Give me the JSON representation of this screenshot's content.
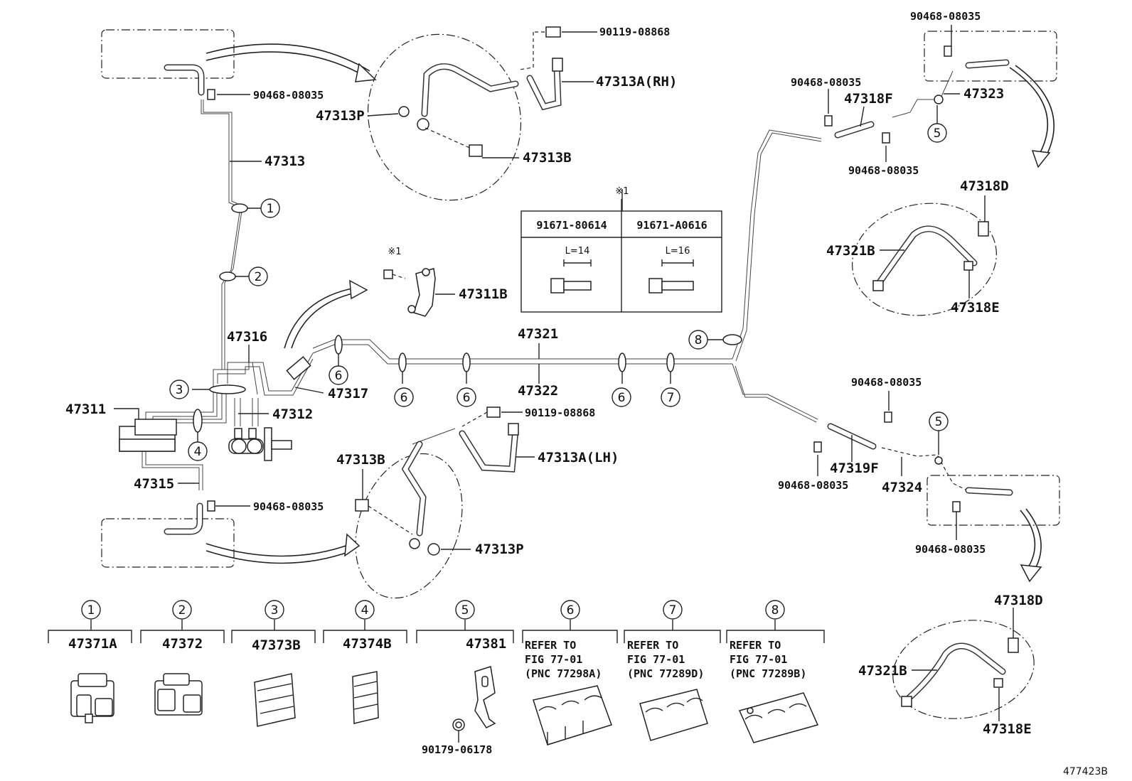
{
  "diagram_id": "477423B",
  "labels": {
    "p90119_08868_top": "90119-08868",
    "p47313A_RH": "47313A(RH)",
    "p90468_08035_a": "90468-08035",
    "p47313P_top": "47313P",
    "p47313": "47313",
    "p47313B_top": "47313B",
    "p47311B": "47311B",
    "p47316": "47316",
    "p47317": "47317",
    "p47311": "47311",
    "p47312": "47312",
    "p47315": "47315",
    "p90468_08035_b": "90468-08035",
    "p90119_08868_mid": "90119-08868",
    "p47313A_LH": "47313A(LH)",
    "p47313B_low": "47313B",
    "p47313P_low": "47313P",
    "p47321": "47321",
    "p47322": "47322",
    "p90468_08035_c": "90468-08035",
    "p90468_08035_d": "90468-08035",
    "p47318F": "47318F",
    "p47323": "47323",
    "p90468_08035_e": "90468-08035",
    "p47318D_top": "47318D",
    "p47321B_top": "47321B",
    "p47318E_top": "47318E",
    "p90468_08035_f": "90468-08035",
    "p90468_08035_g": "90468-08035",
    "p47319F": "47319F",
    "p47324": "47324",
    "p90468_08035_h": "90468-08035",
    "p47318D_low": "47318D",
    "p47321B_low": "47321B",
    "p47318E_low": "47318E",
    "p90179_06178": "90179-06178"
  },
  "callouts": {
    "c1": "1",
    "c2": "2",
    "c3": "3",
    "c4": "4",
    "c5": "5",
    "c6": "6",
    "c7": "7",
    "c8": "8"
  },
  "note_mark": "※1",
  "bolt_table": {
    "mark": "※1",
    "col1_part": "91671-80614",
    "col2_part": "91671-A0616",
    "col1_len": "L=14",
    "col2_len": "L=16"
  },
  "legend": [
    {
      "num": "1",
      "part": "47371A"
    },
    {
      "num": "2",
      "part": "47372"
    },
    {
      "num": "3",
      "part": "47373B"
    },
    {
      "num": "4",
      "part": "47374B"
    },
    {
      "num": "5",
      "part": "47381"
    },
    {
      "num": "6",
      "ref1": "REFER TO",
      "ref2": "FIG 77-01",
      "ref3": "(PNC 77298A)"
    },
    {
      "num": "7",
      "ref1": "REFER TO",
      "ref2": "FIG 77-01",
      "ref3": "(PNC 77289D)"
    },
    {
      "num": "8",
      "ref1": "REFER TO",
      "ref2": "FIG 77-01",
      "ref3": "(PNC 77289B)"
    }
  ]
}
